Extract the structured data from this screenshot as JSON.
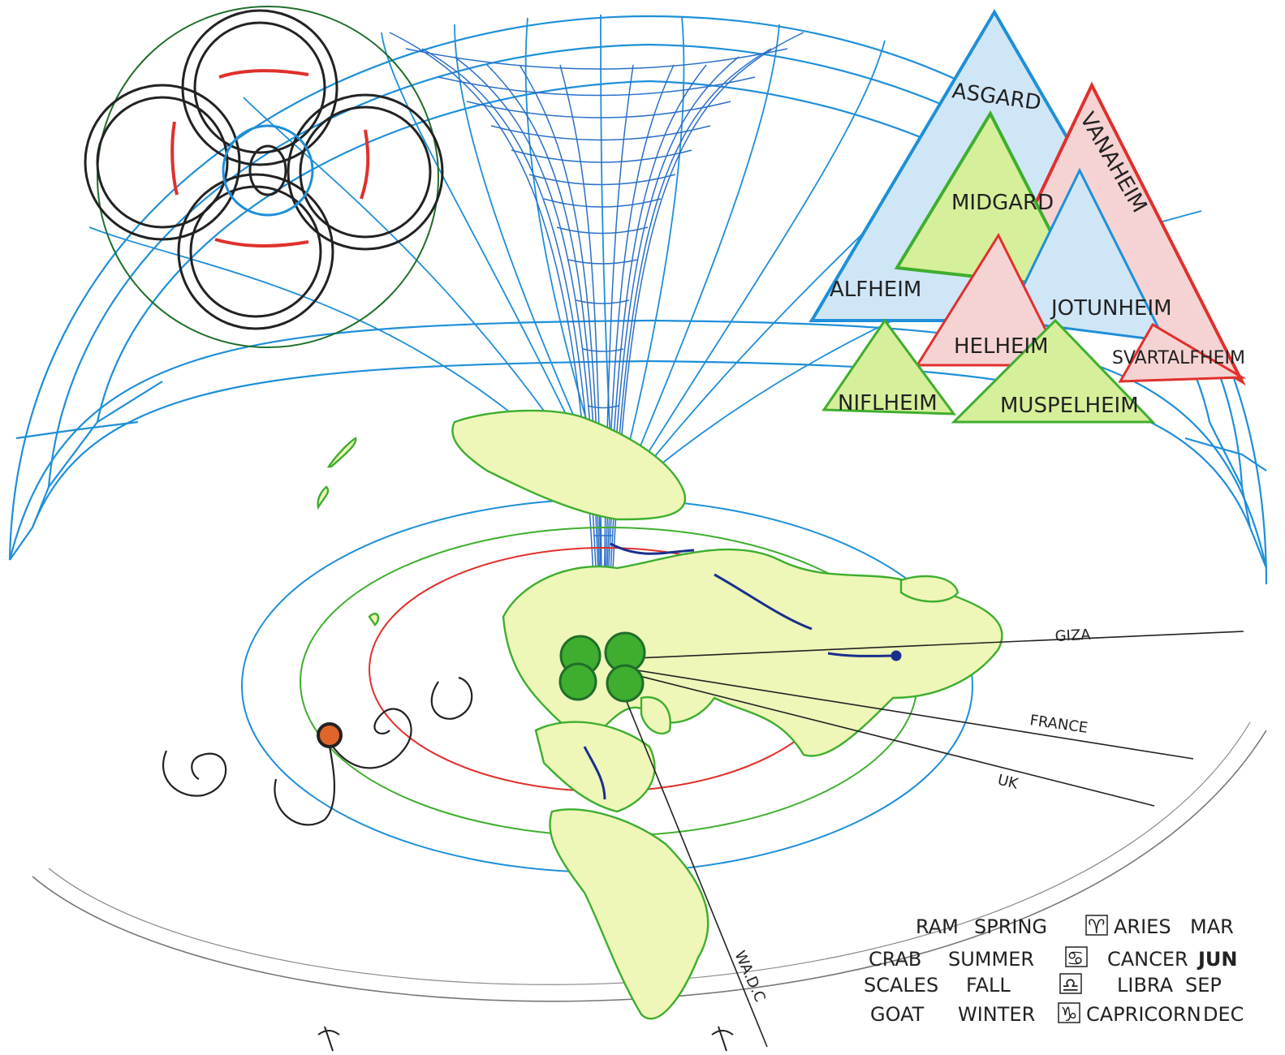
{
  "realms": {
    "asgard": "ASGARD",
    "vanaheim": "VANAHEIM",
    "midgard": "MIDGARD",
    "alfheim": "ALFHEIM",
    "jotunheim": "JOTUNHEIM",
    "helheim": "HELHEIM",
    "svartalfheim": "SVARTALFHEIM",
    "niflheim": "NIFLHEIM",
    "muspelheim": "MUSPELHEIM"
  },
  "places": {
    "giza": "GIZA",
    "france": "FRANCE",
    "uk": "UK",
    "wadc": "WA.D.C"
  },
  "legend": [
    {
      "animal": "RAM",
      "season": "SPRING",
      "symbol": "♈",
      "sign": "ARIES",
      "month": "MAR"
    },
    {
      "animal": "CRAB",
      "season": "SUMMER",
      "symbol": "♋",
      "sign": "CANCER",
      "month": "JUN"
    },
    {
      "animal": "SCALES",
      "season": "FALL",
      "symbol": "♎",
      "sign": "LIBRA",
      "month": "SEP"
    },
    {
      "animal": "GOAT",
      "season": "WINTER",
      "symbol": "♑",
      "sign": "CAPRICORN",
      "month": "DEC"
    }
  ],
  "colors": {
    "grid": "#1e8fd8",
    "funnel": "#2a6fc9",
    "red": "#e0302c",
    "green": "#3fae2e",
    "light_green": "#eef6b8",
    "dark_green": "#1f6e2b",
    "ink": "#222222",
    "river": "#1a2f8c",
    "sun": "#e0652a"
  },
  "icons": {
    "knot": "celtic-knot-icon",
    "clover": "four-leaf-clover-icon",
    "sun": "sun-icon"
  }
}
